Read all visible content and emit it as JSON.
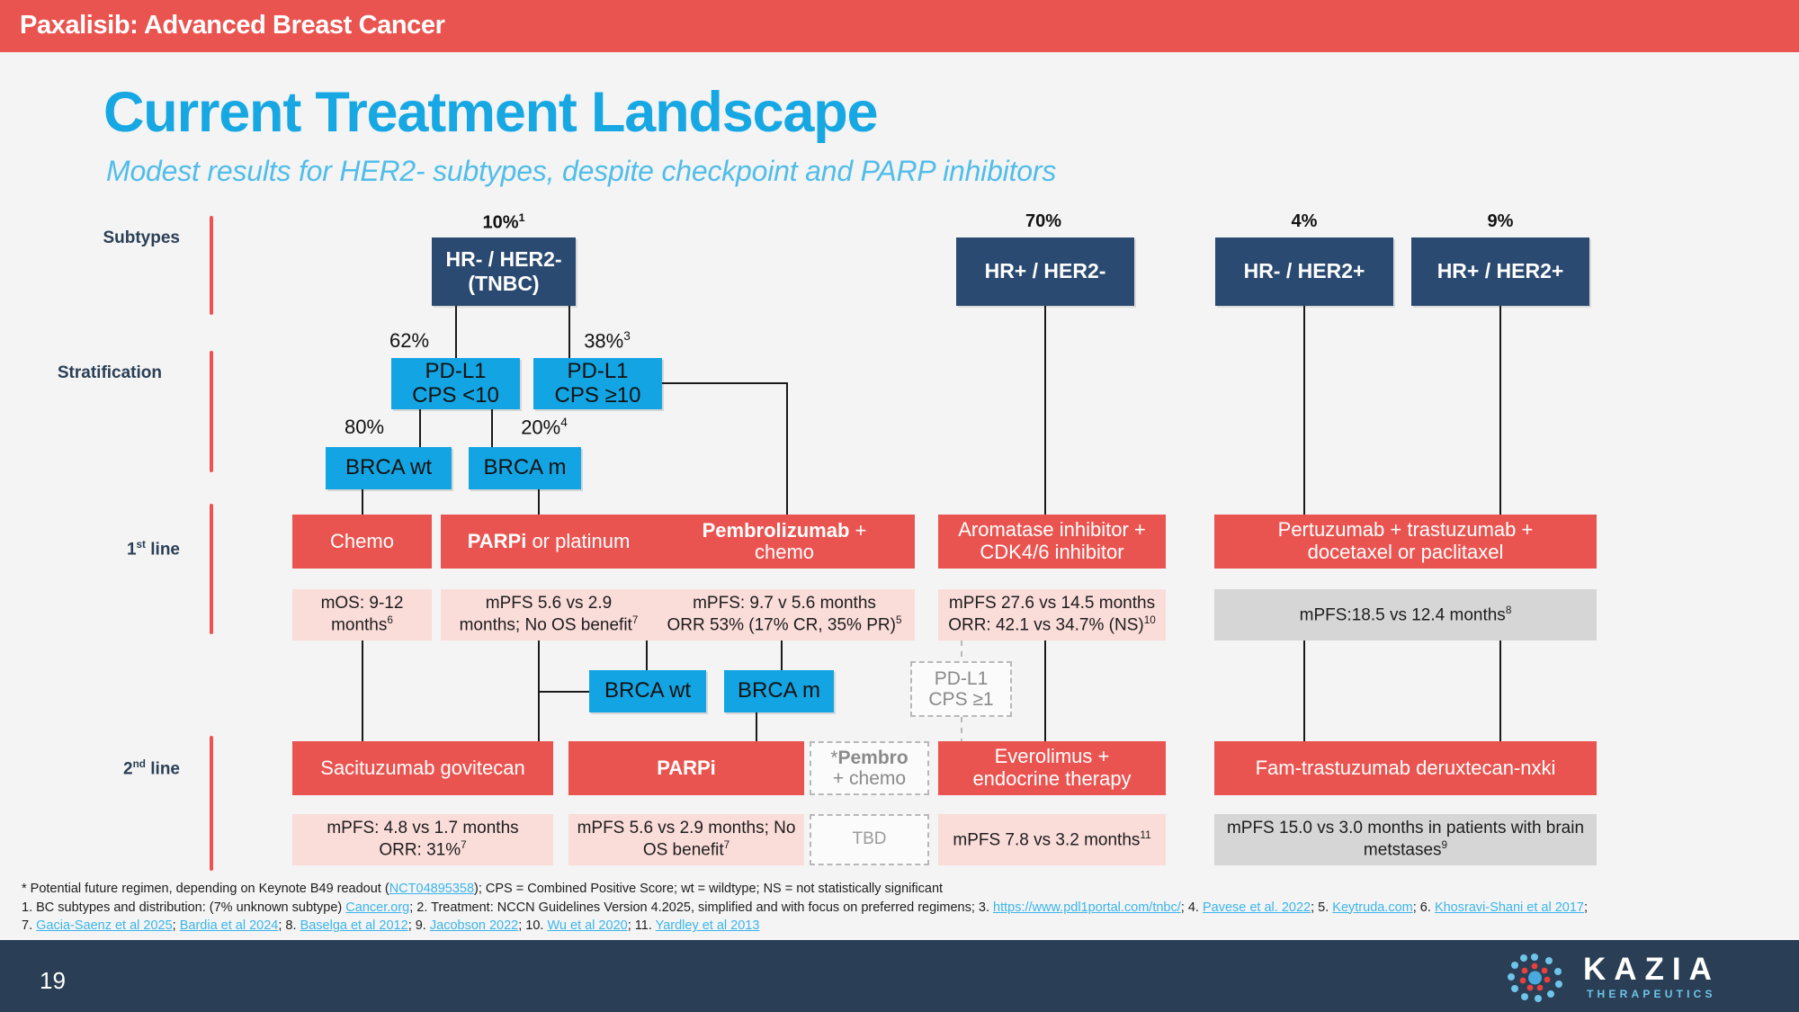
{
  "header": {
    "eyebrow": "Paxalisib: Advanced Breast Cancer"
  },
  "title": "Current Treatment Landscape",
  "subtitle": "Modest results for HER2- subtypes, despite checkpoint and PARP inhibitors",
  "row_labels": {
    "subtypes": "Subtypes",
    "stratification": "Stratification",
    "first_line": "1st line",
    "first_line_sup": "st",
    "first_line_base": "1",
    "first_line_tail": " line",
    "second_line_base": "2",
    "second_line_sup": "nd",
    "second_line_tail": " line"
  },
  "percentages": {
    "tnbc": "10%",
    "tnbc_ref": "1",
    "hr_pos_her2_neg": "70%",
    "hr_neg_her2_pos": "4%",
    "hr_pos_her2_pos": "9%",
    "cps_lt10": "62%",
    "cps_ge10": "38%",
    "cps_ge10_ref": "3",
    "brca_wt": "80%",
    "brca_m": "20%",
    "brca_m_ref": "4"
  },
  "subtypes": {
    "tnbc_line1": "HR- / HER2-",
    "tnbc_line2": "(TNBC)",
    "hr_pos_her2_neg": "HR+ / HER2-",
    "hr_neg_her2_pos": "HR- / HER2+",
    "hr_pos_her2_pos": "HR+ / HER2+"
  },
  "stratification": {
    "pdl1_lt10_l1": "PD-L1",
    "pdl1_lt10_l2": "CPS <10",
    "pdl1_ge10_l1": "PD-L1",
    "pdl1_ge10_l2": "CPS ≥10",
    "brca_wt": "BRCA wt",
    "brca_m": "BRCA m"
  },
  "first_line": {
    "chemo": "Chemo",
    "parpi_bold": "PARPi",
    "parpi_rest": " or platinum",
    "pembro_bold": "Pembrolizumab",
    "pembro_rest": " +",
    "pembro_line2": "chemo",
    "aromatase_l1": "Aromatase inhibitor +",
    "aromatase_l2": "CDK4/6 inhibitor",
    "her2_l1": "Pertuzumab + trastuzumab +",
    "her2_l2": "docetaxel or paclitaxel"
  },
  "first_line_data": {
    "chemo_l1": "mOS: 9-12",
    "chemo_l2": "months",
    "chemo_ref": "6",
    "parpi_l1": "mPFS 5.6 vs 2.9",
    "parpi_l2": "months; No OS benefit",
    "parpi_ref": "7",
    "pembro_l1": "mPFS: 9.7 v 5.6 months",
    "pembro_l2": "ORR 53% (17% CR, 35% PR)",
    "pembro_ref": "5",
    "aromatase_l1": "mPFS 27.6 vs 14.5 months",
    "aromatase_l2": "ORR: 42.1 vs 34.7% (NS)",
    "aromatase_ref": "10",
    "her2": "mPFS:18.5 vs 12.4 months",
    "her2_ref": "8"
  },
  "mid_stratification": {
    "brca_wt": "BRCA wt",
    "brca_m": "BRCA m",
    "pdl1_cps1_l1": "PD-L1",
    "pdl1_cps1_l2": "CPS ≥1"
  },
  "second_line": {
    "sacituzumab": "Sacituzumab govitecan",
    "parpi": "PARPi",
    "pembro_star": "*",
    "pembro_bold": "Pembro",
    "pembro_l2": "+ chemo",
    "everolimus_l1": "Everolimus +",
    "everolimus_l2": "endocrine therapy",
    "fam_trastuzumab": "Fam-trastuzumab deruxtecan-nxki"
  },
  "second_line_data": {
    "sacituzumab_l1": "mPFS: 4.8 vs 1.7 months",
    "sacituzumab_l2": "ORR: 31%",
    "sacituzumab_ref": "7",
    "parpi_l1": "mPFS 5.6 vs 2.9 months; No",
    "parpi_l2": "OS benefit",
    "parpi_ref": "7",
    "pembro": "TBD",
    "everolimus": "mPFS 7.8 vs 3.2 months",
    "everolimus_ref": "11",
    "fam_l1": "mPFS 15.0 vs 3.0 months in patients with brain",
    "fam_l2": "metstases",
    "fam_ref": "9"
  },
  "footnotes": {
    "line1_a": "* Potential future regimen, depending on Keynote B49 readout (",
    "line1_link": "NCT04895358",
    "line1_b": "); CPS = Combined Positive Score; wt = wildtype; NS = not statistically significant",
    "line2_a": "1. BC subtypes and distribution: (7% unknown subtype) ",
    "line2_link1": "Cancer.org",
    "line2_b": "; 2. Treatment: NCCN Guidelines Version 4.2025, simplified and with focus on preferred regimens; 3. ",
    "line2_link2": "https://www.pdl1portal.com/tnbc/",
    "line2_c": "; 4. ",
    "line2_link3": "Pavese et al. 2022",
    "line2_d": "; 5. ",
    "line2_link4": "Keytruda.com",
    "line2_e": "; 6. ",
    "line2_link5": "Khosravi-Shani et al 2017",
    "line2_f": ";",
    "line3_a": "7. ",
    "line3_link1": "Gacia-Saenz et al 2025",
    "line3_b": "; ",
    "line3_link2": "Bardia et al 2024",
    "line3_c": "; 8. ",
    "line3_link3": "Baselga et al 2012",
    "line3_d": "; 9. ",
    "line3_link4": "Jacobson 2022",
    "line3_e": "; 10. ",
    "line3_link5": "Wu et al 2020",
    "line3_f": "; 11. ",
    "line3_link6": "Yardley et al 2013"
  },
  "footer": {
    "page_number": "19",
    "logo_name": "KAZIA",
    "logo_tagline": "THERAPEUTICS"
  },
  "colors": {
    "red": "#ea5450",
    "navy": "#2b4a72",
    "cyan": "#13a5e3",
    "title_blue": "#17a8e3",
    "subtitle_blue": "#51bdea",
    "pink_data": "#fadcd9",
    "grey_data": "#d6d6d6",
    "footer_navy": "#2a3f55",
    "background": "#f4f4f4"
  }
}
